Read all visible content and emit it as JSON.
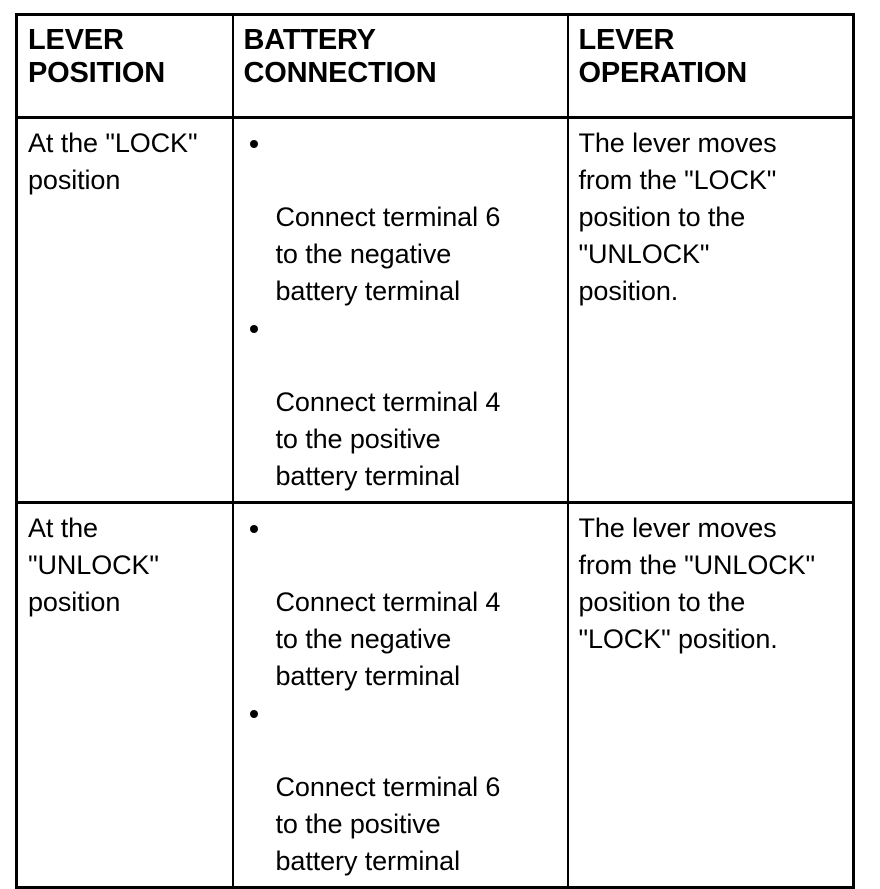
{
  "table": {
    "columns": [
      {
        "header": "LEVER\nPOSITION",
        "name": "lever-position"
      },
      {
        "header": "BATTERY\nCONNECTION",
        "name": "battery-connection"
      },
      {
        "header": "LEVER\nOPERATION",
        "name": "lever-operation"
      }
    ],
    "rows": [
      {
        "lever_position": "At the \"LOCK\"\nposition",
        "battery_connection": [
          "Connect terminal 6\nto the negative\nbattery terminal",
          "Connect terminal 4\nto the positive\nbattery terminal"
        ],
        "lever_operation": "The lever moves\nfrom the \"LOCK\"\nposition to the\n\"UNLOCK\"\nposition."
      },
      {
        "lever_position": "At the\n\"UNLOCK\"\nposition",
        "battery_connection": [
          "Connect terminal 4\nto the negative\nbattery terminal",
          "Connect terminal 6\nto the positive\nbattery terminal"
        ],
        "lever_operation": "The lever moves\nfrom the \"UNLOCK\"\nposition to the\n\"LOCK\" position."
      }
    ]
  },
  "colors": {
    "ink": "#000000",
    "paper": "#ffffff"
  }
}
